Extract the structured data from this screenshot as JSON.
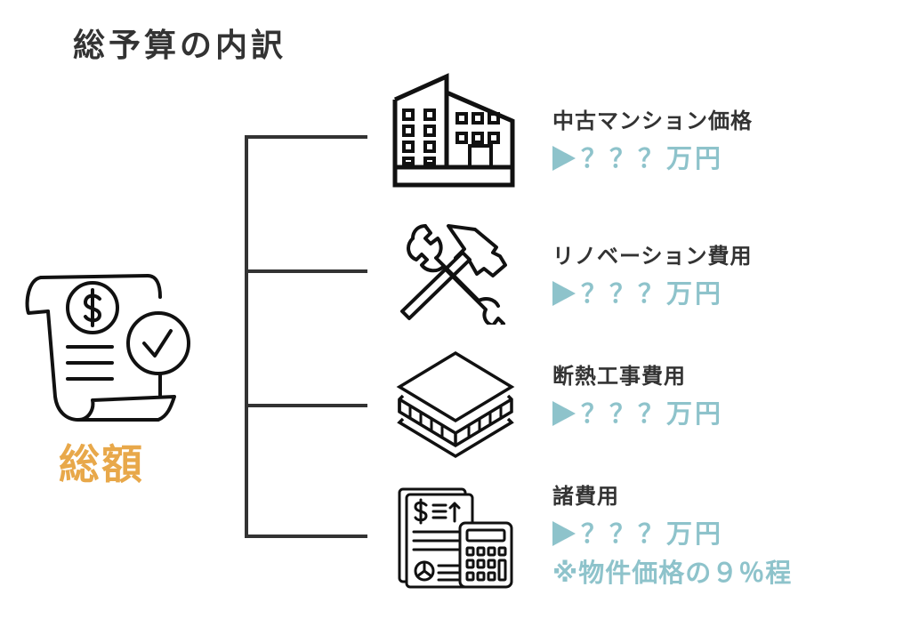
{
  "title": "総予算の内訳",
  "total": {
    "label": "総額",
    "icon": "receipt-check-icon",
    "color": "#e8a84a"
  },
  "colors": {
    "text": "#333333",
    "accent": "#8ec3cb",
    "total": "#e8a84a"
  },
  "categories": [
    {
      "title": "中古マンション価格",
      "value": "？？？万円",
      "icon": "building-icon"
    },
    {
      "title": "リノベーション費用",
      "value": "？？？万円",
      "icon": "tools-icon"
    },
    {
      "title": "断熱工事費用",
      "value": "？？？万円",
      "icon": "insulation-layers-icon"
    },
    {
      "title": "諸費用",
      "value": "？？？万円",
      "note": "※物件価格の９％程",
      "icon": "document-calculator-icon"
    }
  ]
}
